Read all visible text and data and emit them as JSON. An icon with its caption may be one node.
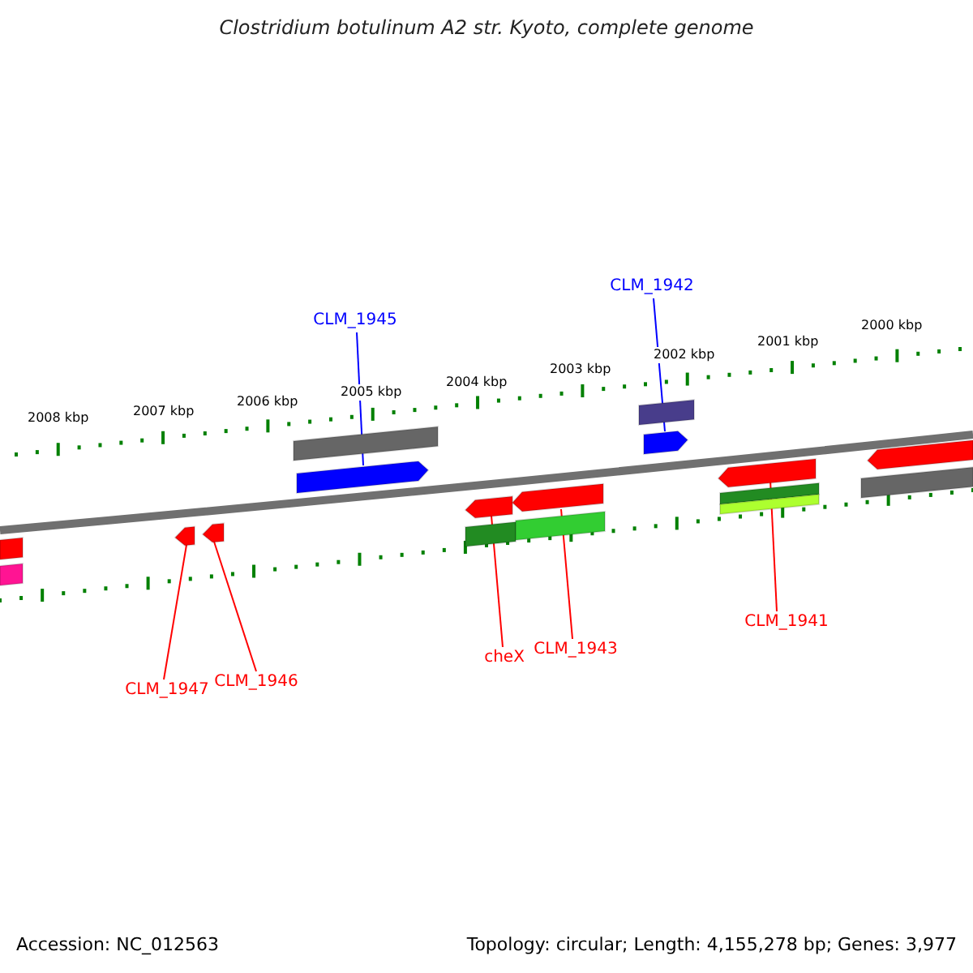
{
  "diagram": {
    "title": "Clostridium botulinum A2 str. Kyoto, complete genome",
    "nodes": [
      {
        "text": [
          "CLM_1942"
        ]
      },
      {
        "text": [
          "CLM_1945"
        ]
      },
      {
        "text": [],
        "shape": "arrow"
      },
      {
        "text": [],
        "shape": "arrow"
      },
      {
        "text": [],
        "shape": "arrow"
      },
      {
        "text": [],
        "shape": "arrow"
      },
      {
        "text": [],
        "shape": "arrow"
      },
      {
        "text": [],
        "shape": "arrow"
      },
      {
        "text": [],
        "shape": "arrow"
      },
      {
        "text": [
          "CLM_1941"
        ]
      },
      {
        "text": [
          "cheX"
        ]
      },
      {
        "text": [
          "CLM_1943"
        ]
      },
      {
        "text": [
          "CLM_1947"
        ]
      },
      {
        "text": [
          "CLM_1946"
        ]
      },
      {
        "text": [],
        "shape": "bar"
      },
      {
        "text": [],
        "shape": "bar"
      },
      {
        "text": [],
        "shape": "arrow"
      },
      {
        "text": [],
        "shape": "bar"
      },
      {
        "text": [],
        "shape": "bar"
      },
      {
        "text": [],
        "shape": "bar"
      },
      {
        "text": [],
        "shape": "bar"
      },
      {
        "text": [],
        "shape": "bar"
      },
      {
        "text": [],
        "shape": "bar"
      },
      {
        "text": [],
        "shape": "bar"
      }
    ],
    "edges": [
      {
        "from": 0,
        "to": 2,
        "arrow": "none",
        "color": "#0000ff"
      },
      {
        "from": 1,
        "to": 3,
        "arrow": "none",
        "color": "#0000ff"
      },
      {
        "from": 9,
        "to": 8,
        "arrow": "none"
      },
      {
        "from": 10,
        "to": 6,
        "arrow": "none"
      },
      {
        "from": 11,
        "to": 7,
        "arrow": "none"
      },
      {
        "from": 12,
        "to": 4,
        "arrow": "none"
      },
      {
        "from": 13,
        "to": 5,
        "arrow": "none"
      }
    ],
    "labels": [
      "2000 kbp",
      "2001 kbp",
      "2002 kbp",
      "2003 kbp",
      "2004 kbp",
      "2005 kbp",
      "2006 kbp",
      "2007 kbp",
      "2008 kbp",
      "Accession: NC_012563",
      "Topology: circular; Length: 4,155,278 bp; Genes: 3,977"
    ]
  }
}
